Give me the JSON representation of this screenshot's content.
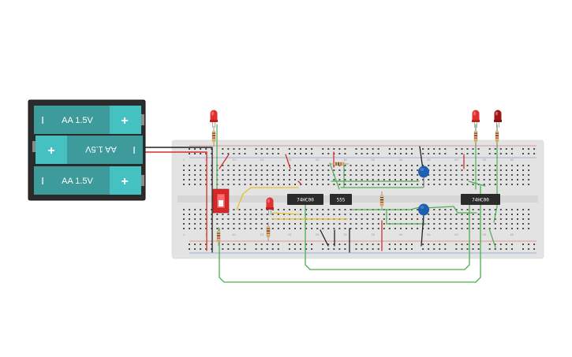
{
  "battery_pack": {
    "cells": [
      {
        "label": "AA 1.5V",
        "flipped": false
      },
      {
        "label": "AA 1.5V",
        "flipped": true
      },
      {
        "label": "AA 1.5V",
        "flipped": false
      }
    ],
    "plus_symbol": "+",
    "minus_symbol": "I"
  },
  "breadboard": {
    "column_numbers": [
      "1",
      "5",
      "10",
      "15",
      "20",
      "25",
      "30",
      "35",
      "40",
      "45",
      "50",
      "55",
      "60"
    ],
    "row_letters_top": [
      "j",
      "i",
      "h",
      "g",
      "f"
    ],
    "row_letters_bottom": [
      "e",
      "d",
      "c",
      "b",
      "a"
    ]
  },
  "chips": [
    {
      "label": "74HC00"
    },
    {
      "label": "555"
    },
    {
      "label": "74HC00"
    }
  ],
  "colors": {
    "battery_case": "#2b2b2b",
    "battery_cell": "#3d9b9b",
    "battery_cap": "#46c1c1",
    "breadboard": "#e6e6e6",
    "wire_green": "#4caf50",
    "wire_red": "#d32f2f",
    "wire_black": "#222222",
    "wire_yellow": "#e6c229",
    "led_red": "#d62828",
    "capacitor": "#1f5fb0",
    "chip": "#2b2b2b"
  }
}
